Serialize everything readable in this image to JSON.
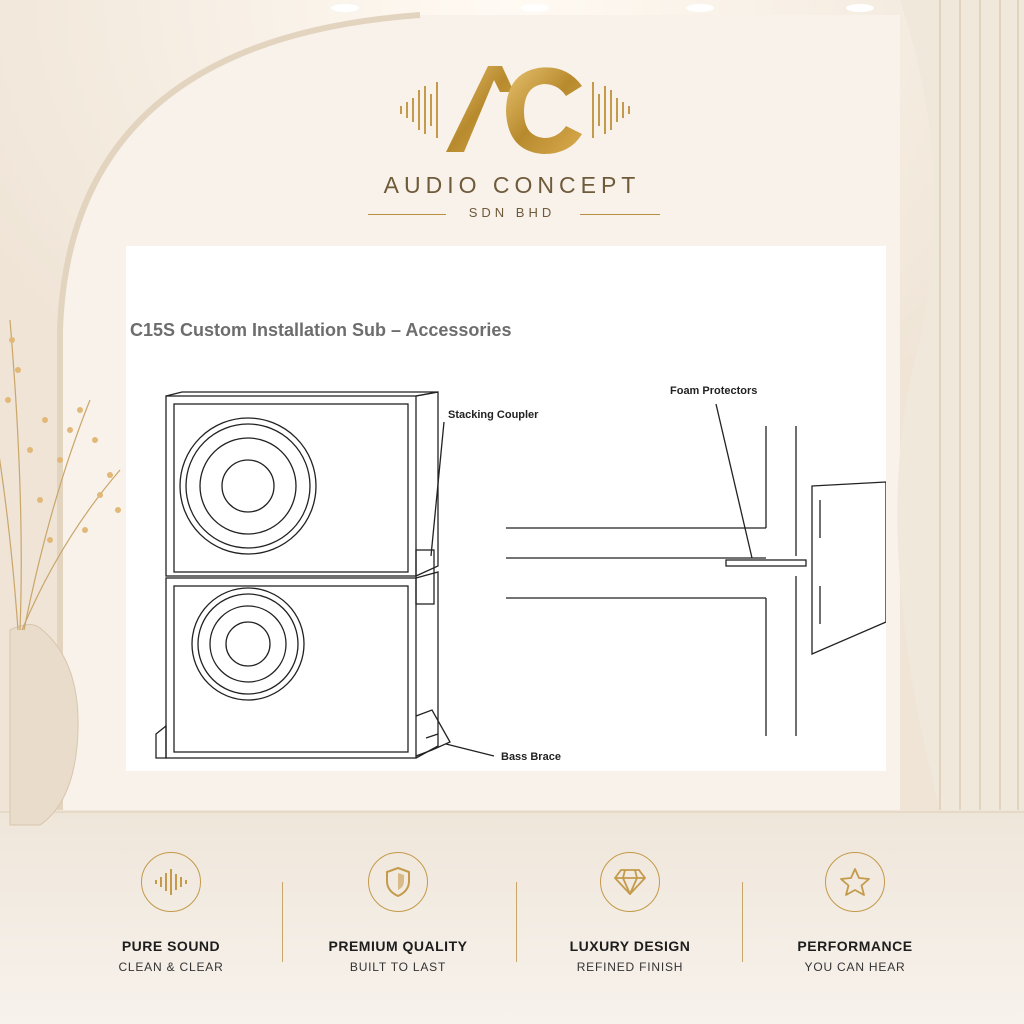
{
  "brand": {
    "logo_letters": "AC",
    "name": "AUDIO CONCEPT",
    "subtitle": "SDN BHD"
  },
  "diagram": {
    "title": "C15S Custom Installation Sub – Accessories",
    "callouts": {
      "stacking_coupler": "Stacking Coupler",
      "foam_protectors": "Foam Protectors",
      "bass_brace": "Bass Brace"
    }
  },
  "features": [
    {
      "title": "PURE SOUND",
      "subtitle": "CLEAN & CLEAR",
      "icon": "sound-wave-icon"
    },
    {
      "title": "PREMIUM QUALITY",
      "subtitle": "BUILT TO LAST",
      "icon": "shield-icon"
    },
    {
      "title": "LUXURY DESIGN",
      "subtitle": "REFINED FINISH",
      "icon": "diamond-icon"
    },
    {
      "title": "PERFORMANCE",
      "subtitle": "YOU CAN HEAR",
      "icon": "star-icon"
    }
  ],
  "colors": {
    "gold": "#c49a4b",
    "background": "#f4ede4",
    "text_dark": "#1d1d1d"
  }
}
